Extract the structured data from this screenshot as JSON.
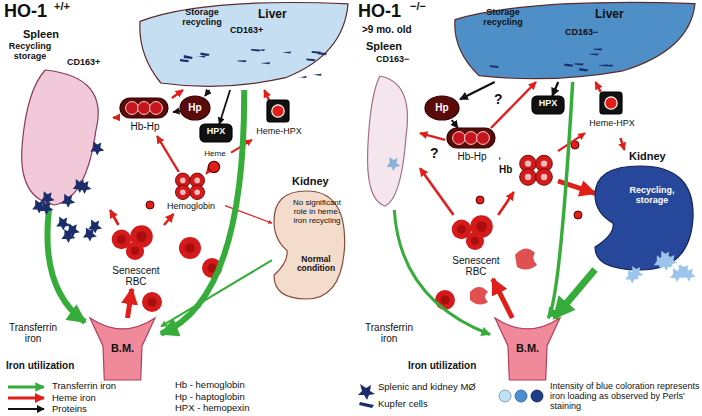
{
  "diagram": {
    "nodes": [
      {
        "text": [
          "Spleen",
          "Recycling storage",
          "CD163+"
        ]
      },
      {
        "text": [
          "Liver",
          "Storage recycling",
          "CD163+"
        ]
      },
      {
        "text": [
          "Hp"
        ]
      },
      {
        "text": [
          "Hb-Hp"
        ]
      },
      {
        "text": [
          "HPX"
        ]
      },
      {
        "text": [
          "Heme-HPX"
        ]
      },
      {
        "text": [
          "Heme"
        ]
      },
      {
        "text": [
          "Hemoglobin"
        ]
      },
      {
        "text": [
          "Kidney",
          "No significant role in heme-iron recycling",
          "Normal condition"
        ]
      },
      {
        "text": [
          "Senescent RBC"
        ]
      },
      {
        "text": [
          "B.M."
        ]
      },
      {
        "text": [
          "Spleen",
          "CD163−"
        ]
      },
      {
        "text": [
          "Liver",
          "Storage recycling",
          "CD163−"
        ]
      },
      {
        "text": [
          "Hp"
        ]
      },
      {
        "text": [
          "Hb-Hp"
        ]
      },
      {
        "text": [
          "HPX"
        ]
      },
      {
        "text": [
          "Heme-HPX"
        ]
      },
      {
        "text": [
          "Hb"
        ]
      },
      {
        "text": [
          "Kidney",
          "Recycling, storage"
        ]
      },
      {
        "text": [
          "Senescent RBC"
        ]
      },
      {
        "text": [
          "B.M."
        ]
      }
    ],
    "edges": [
      {
        "from": 1,
        "to": 2,
        "arrow": "to"
      },
      {
        "from": 1,
        "to": 4,
        "arrow": "to"
      },
      {
        "from": 2,
        "to": 3,
        "arrow": "to"
      },
      {
        "from": 7,
        "to": 3,
        "arrow": "to"
      },
      {
        "from": 3,
        "to": 0,
        "arrow": "to"
      },
      {
        "from": 3,
        "to": 1,
        "arrow": "to"
      },
      {
        "from": 7,
        "to": 6,
        "arrow": "to"
      },
      {
        "from": 6,
        "to": 5,
        "arrow": "to"
      },
      {
        "from": 5,
        "to": 1,
        "arrow": "to"
      },
      {
        "from": 7,
        "to": 8,
        "arrow": "to"
      },
      {
        "from": 9,
        "to": 0,
        "arrow": "to"
      },
      {
        "from": 9,
        "to": 7,
        "arrow": "to"
      },
      {
        "from": 10,
        "to": 9,
        "arrow": "to"
      },
      {
        "from": 0,
        "to": 10,
        "arrow": "to"
      },
      {
        "from": 1,
        "to": 10,
        "arrow": "to"
      },
      {
        "from": 8,
        "to": 10,
        "arrow": "to"
      },
      {
        "from": 12,
        "to": 13,
        "arrow": "to"
      },
      {
        "from": 12,
        "to": 15,
        "arrow": "to"
      },
      {
        "from": 13,
        "to": 14,
        "arrow": "to"
      },
      {
        "from": 17,
        "to": 14,
        "arrow": "to"
      },
      {
        "from": 14,
        "to": 11,
        "arrow": "to"
      },
      {
        "from": 14,
        "to": 12,
        "arrow": "to"
      },
      {
        "from": 17,
        "to": 16,
        "arrow": "to"
      },
      {
        "from": 16,
        "to": 12,
        "arrow": "to"
      },
      {
        "from": 16,
        "to": 18,
        "arrow": "to"
      },
      {
        "from": 17,
        "to": 18,
        "arrow": "to"
      },
      {
        "from": 19,
        "to": 11,
        "arrow": "to"
      },
      {
        "from": 19,
        "to": 17,
        "arrow": "to"
      },
      {
        "from": 20,
        "to": 19,
        "arrow": "to"
      },
      {
        "from": 11,
        "to": 20,
        "arrow": "to"
      },
      {
        "from": 12,
        "to": 20,
        "arrow": "to"
      },
      {
        "from": 18,
        "to": 20,
        "arrow": "to"
      }
    ],
    "labels": [
      "HO-1",
      "+/+",
      "HO-1",
      "−/−",
      ">9 mo. old",
      "Transferrin iron",
      "Iron utilization",
      "Transferrin iron",
      "Iron utilization",
      "?",
      "?",
      "Hb - hemoglobin",
      "Hp - haptoglobin",
      "HPX - hemopexin"
    ],
    "legend": [
      {
        "text": "Transferrin iron"
      },
      {
        "text": "Heme iron"
      },
      {
        "text": "Proteins"
      },
      {
        "text": "Splenic and kidney MØ"
      },
      {
        "text": "Kupfer cells"
      },
      {
        "text": "Intensity of blue coloration represents iron loading as observed by Perls' staining"
      }
    ]
  }
}
